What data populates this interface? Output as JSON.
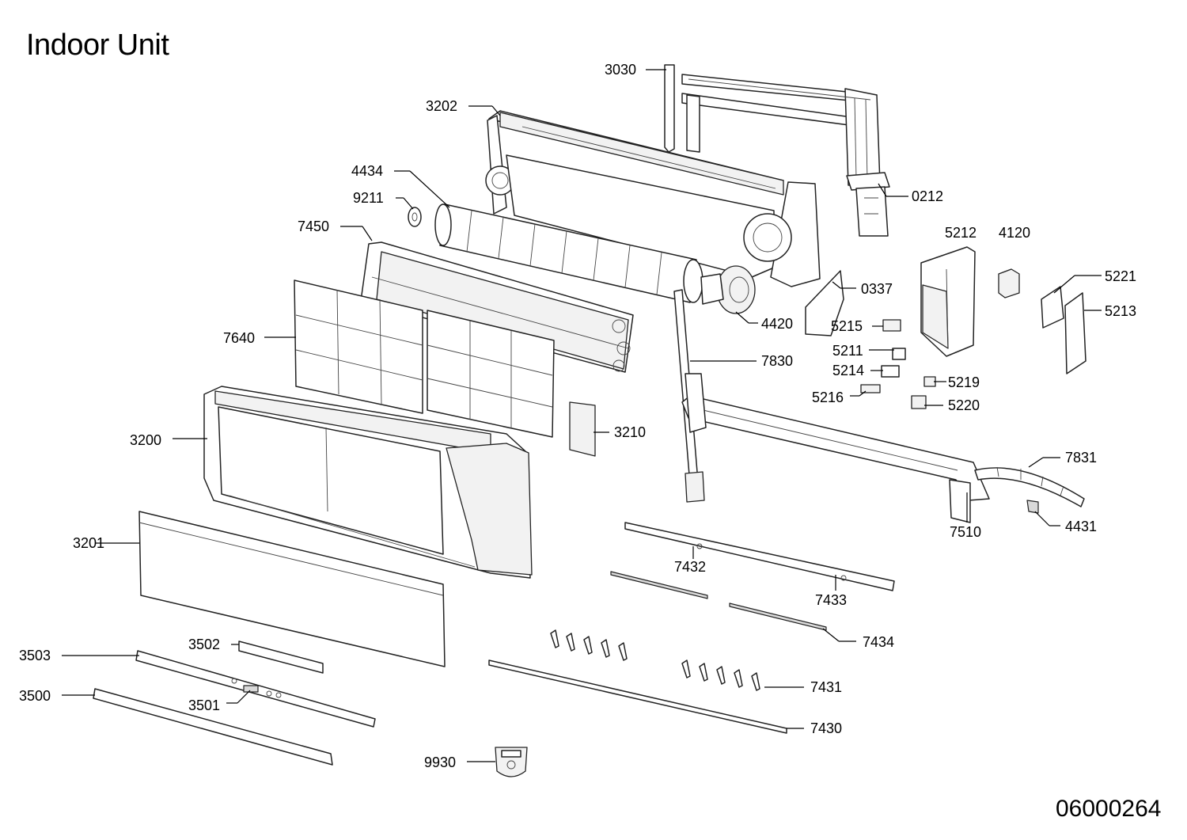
{
  "title": "Indoor Unit",
  "document_number": "06000264",
  "parts": [
    {
      "id": "p3030",
      "number": "3030"
    },
    {
      "id": "p3202",
      "number": "3202"
    },
    {
      "id": "p4434",
      "number": "4434"
    },
    {
      "id": "p9211",
      "number": "9211"
    },
    {
      "id": "p0212",
      "number": "0212"
    },
    {
      "id": "p7450",
      "number": "7450"
    },
    {
      "id": "p5212",
      "number": "5212"
    },
    {
      "id": "p4120",
      "number": "4120"
    },
    {
      "id": "p5221",
      "number": "5221"
    },
    {
      "id": "p0337",
      "number": "0337"
    },
    {
      "id": "p5213",
      "number": "5213"
    },
    {
      "id": "p4420",
      "number": "4420"
    },
    {
      "id": "p5215",
      "number": "5215"
    },
    {
      "id": "p7640",
      "number": "7640"
    },
    {
      "id": "p5211",
      "number": "5211"
    },
    {
      "id": "p7830",
      "number": "7830"
    },
    {
      "id": "p5214",
      "number": "5214"
    },
    {
      "id": "p5219",
      "number": "5219"
    },
    {
      "id": "p5216",
      "number": "5216"
    },
    {
      "id": "p5220",
      "number": "5220"
    },
    {
      "id": "p3210",
      "number": "3210"
    },
    {
      "id": "p3200",
      "number": "3200"
    },
    {
      "id": "p7831",
      "number": "7831"
    },
    {
      "id": "p7510",
      "number": "7510"
    },
    {
      "id": "p4431",
      "number": "4431"
    },
    {
      "id": "p3201",
      "number": "3201"
    },
    {
      "id": "p7432",
      "number": "7432"
    },
    {
      "id": "p7433",
      "number": "7433"
    },
    {
      "id": "p3502",
      "number": "3502"
    },
    {
      "id": "p7434",
      "number": "7434"
    },
    {
      "id": "p3503",
      "number": "3503"
    },
    {
      "id": "p7431",
      "number": "7431"
    },
    {
      "id": "p3500",
      "number": "3500"
    },
    {
      "id": "p3501",
      "number": "3501"
    },
    {
      "id": "p7430",
      "number": "7430"
    },
    {
      "id": "p9930",
      "number": "9930"
    }
  ]
}
